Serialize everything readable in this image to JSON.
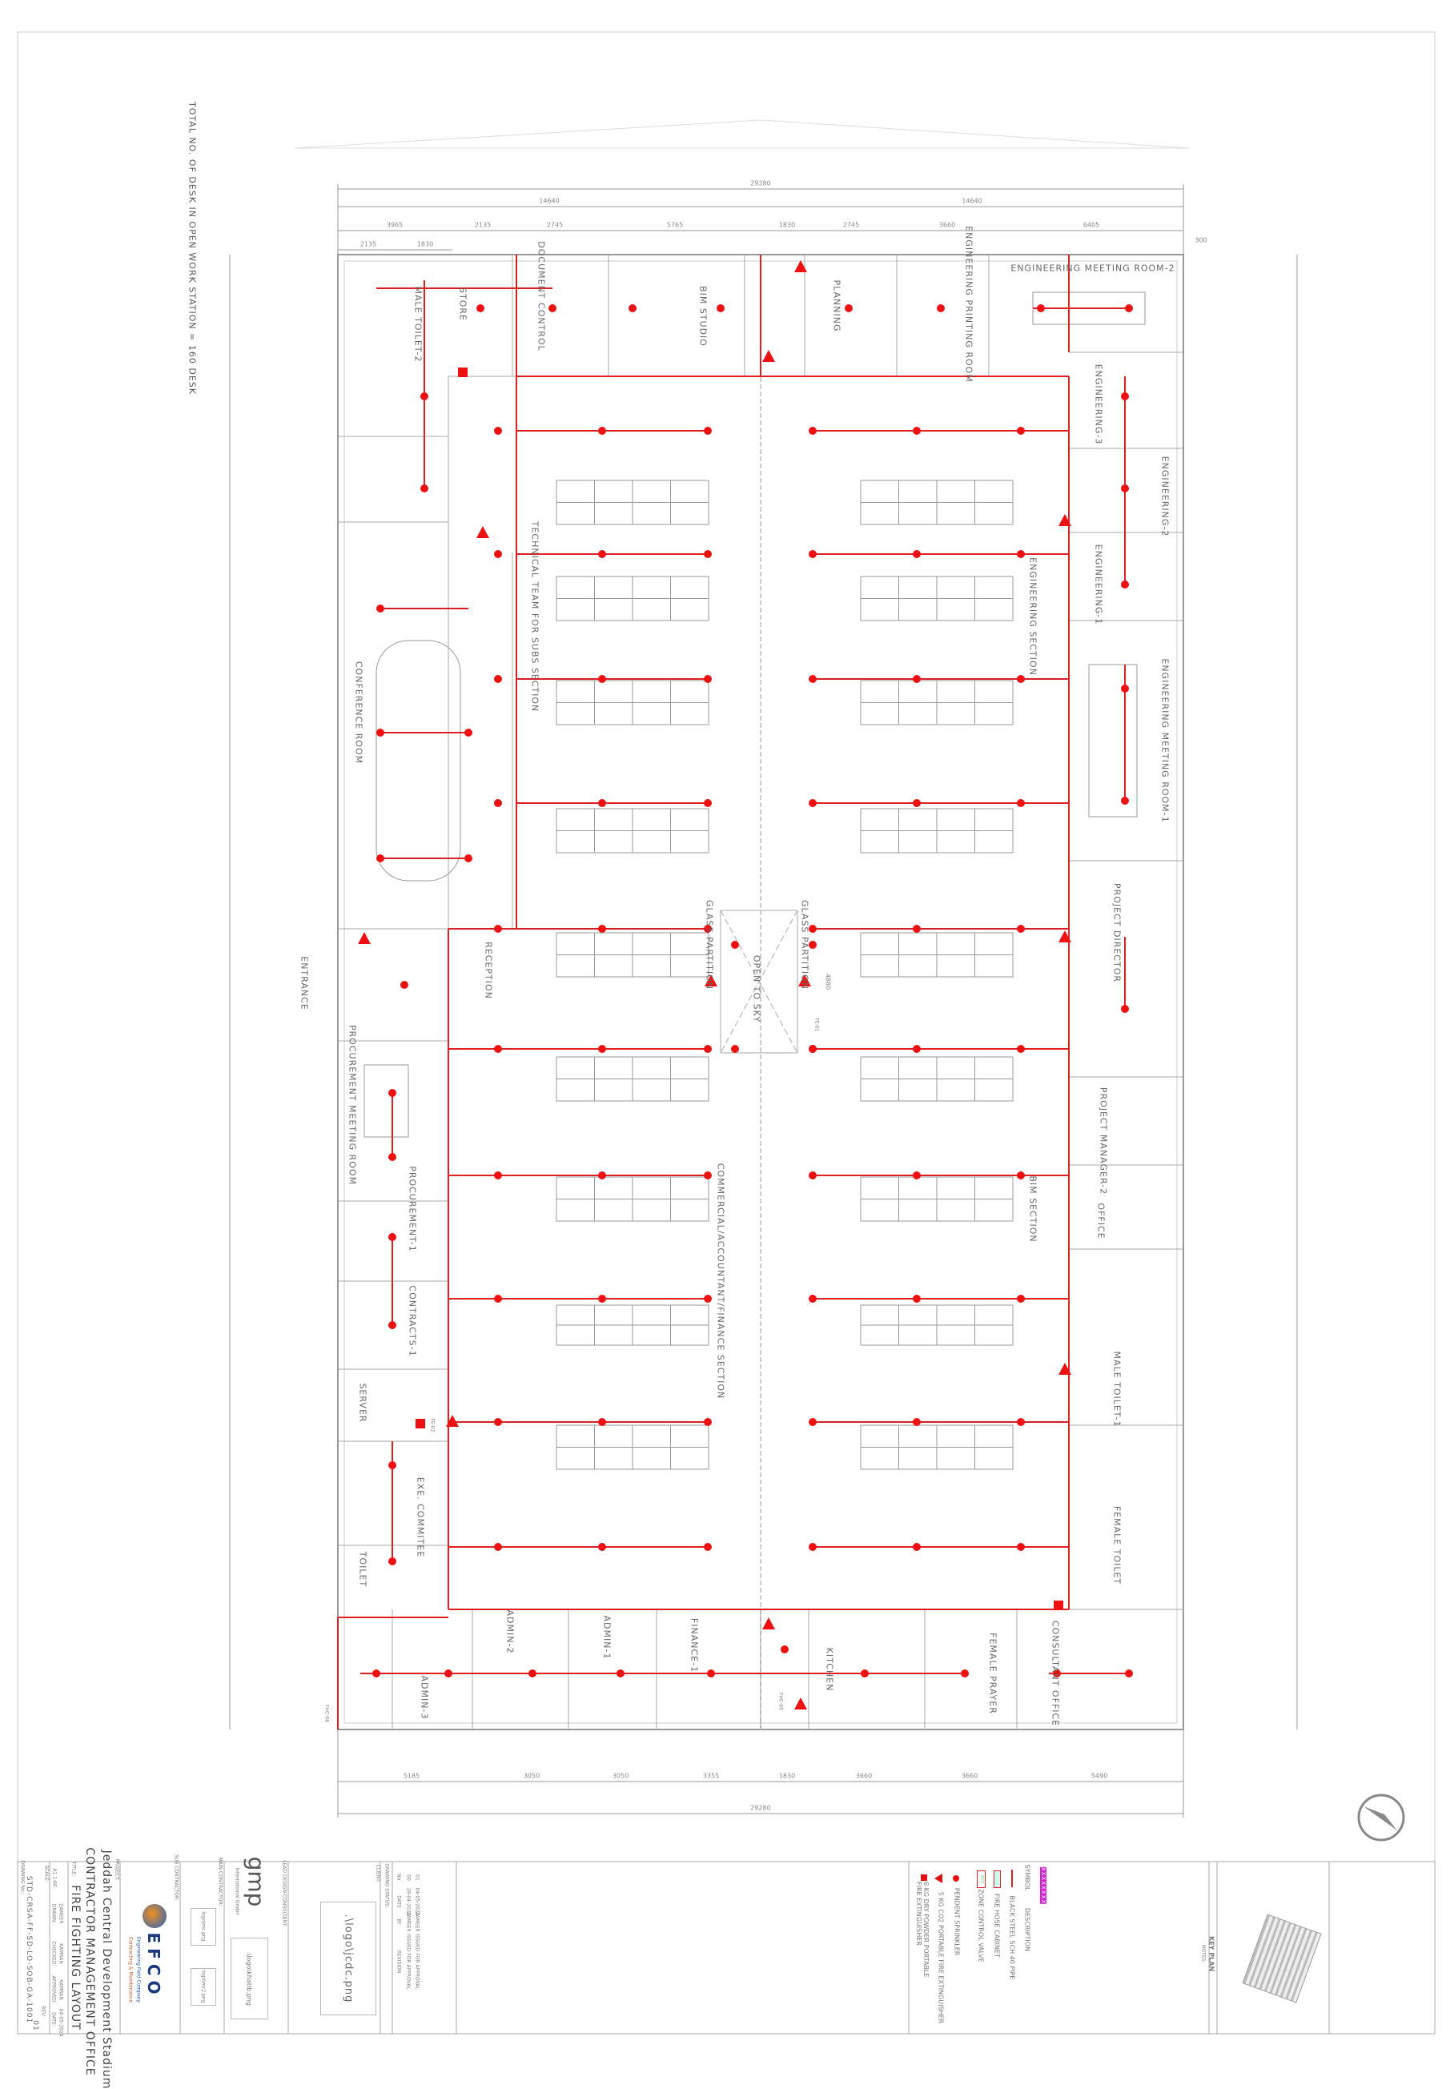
{
  "drawing": {
    "note": "TOTAL NO. OF DESK IN OPEN WORK STATION = 160 DESK",
    "dimensions_top": {
      "overall": "29280",
      "halves": [
        "14640",
        "14640"
      ],
      "segments": [
        "3965",
        "2135",
        "2745",
        "5765",
        "1830",
        "2745",
        "3660",
        "6405"
      ],
      "sub": [
        "2135",
        "1830"
      ],
      "offset": "300"
    },
    "dimensions_bottom": {
      "segments": [
        "5185",
        "3050",
        "3050",
        "3355",
        "1830",
        "3660",
        "3660",
        "5490"
      ],
      "overall": "29280"
    },
    "open_to_sky_dim": "4880",
    "rooms": {
      "male_toilet_2": "MALE TOILET-2",
      "store": "STORE",
      "document_control": "DOCUMENT CONTROL",
      "bim_studio": "BIM STUDIO",
      "planning": "PLANNING",
      "eng_printing": "ENGINEERING PRINTING ROOM",
      "eng_meeting_2": "ENGINEERING MEETING ROOM-2",
      "eng_3": "ENGINEERING-3",
      "eng_2": "ENGINEERING-2",
      "eng_1": "ENGINEERING-1",
      "eng_section": "ENGINEERING SECTION",
      "eng_meeting_1": "ENGINEERING MEETING ROOM-1",
      "project_director": "PROJECT DIRECTOR",
      "technical_team": "TECHNICAL TEAM FOR SUBS SECTION",
      "conference": "CONFERENCE ROOM",
      "entrance": "ENTRANCE",
      "reception": "RECEPTION",
      "glass_partition": "GLASS PARTITION",
      "open_to_sky": "OPEN TO SKY",
      "procurement_meeting": "PROCUREMENT MEETING ROOM",
      "procurement_1": "PROCUREMENT-1",
      "contracts_1": "CONTRACTS-1",
      "server": "SERVER",
      "exe_committee": "EXE. COMMITEE",
      "toilet": "TOILET",
      "project_manager_2": "PROJECT MANAGER-2",
      "office": "OFFICE",
      "bim_section": "BIM SECTION",
      "male_toilet_1": "MALE TOILET-1",
      "female_toilet": "FEMALE TOILET",
      "commercial": "COMMERCIAL/ACCOUNTANT/FINANCE SECTION",
      "admin_1": "ADMIN-1",
      "admin_2": "ADMIN-2",
      "admin_3": "ADMIN-3",
      "finance_1": "FINANCE-1",
      "kitchen": "KITCHEN",
      "female_prayer": "FEMALE PRAYER",
      "consultant_office": "CONSULTANT OFFICE"
    },
    "tags": {
      "fe01": "FE-01",
      "fe02": "FE-02",
      "fhc04": "FHC-04",
      "fhc05": "FHC-05"
    },
    "colors": {
      "pipe": "#e02020",
      "sprinkler": "#ee1111",
      "wall": "#999999",
      "furniture": "#9a9a9a"
    }
  },
  "legend": {
    "tag": "XXXXXXXX",
    "symbol_header": "SYMBOL",
    "description_header": "DESCRIPTION",
    "items": [
      {
        "icon": "pipe-line",
        "label": "BLACK STEEL SCH 40 PIPE"
      },
      {
        "icon": "fire-hose-cabinet",
        "label": "FIRE HOSE CABINET"
      },
      {
        "icon": "zone-control-valve",
        "label": "ZONE CONTROL VALVE",
        "symbol_text": "ZCV"
      },
      {
        "icon": "red-dot",
        "label": "PENDENT SPRINKLER"
      },
      {
        "icon": "red-triangle",
        "label": "5 KG CO2 PORTABLE FIRE EXTINGUISHER"
      },
      {
        "icon": "red-square",
        "label": "6 KG DRY POWDER PORTABLE FIRE EXTINGUISHER"
      }
    ]
  },
  "title_block": {
    "key_plan": "KEY PLAN",
    "notes": "NOTES:",
    "revisions": [
      {
        "no": "01",
        "date": "04-05-2024",
        "by": "ZAMEER",
        "desc": "ISSUED FOR APPROVAL"
      },
      {
        "no": "00",
        "date": "29-04-2024",
        "by": "ZAMEER",
        "desc": "ISSUED FOR APPROVAL"
      }
    ],
    "rev_headers": {
      "no": "No.",
      "date": "DATE",
      "by": "BY",
      "desc": "REVISION"
    },
    "drawing_status_label": "DRAWING STATUS:",
    "client_label": "CLIENT:",
    "client_logo": ".\\logo\\jcdc.png",
    "lead_consultant_label": "LEAD DESIGN CONSULTANT:",
    "gmp_logo": "gmp",
    "gmp_sub": "International GmbH",
    "khatib_logo": ".\\logo\\khatib.png",
    "main_contractor_label": "MAIN CONTRACTOR:",
    "mc_logo_1": "logo\\mc.png",
    "mc_logo_2": "logo\\mc2.png",
    "sub_contractor_label": "SUB CONTRACTOR:",
    "efco_logo": "EFCO",
    "efco_sub1": "Engineering Field Company",
    "efco_sub2": "Contracting & Maintenance",
    "project_label": "PROJECT:",
    "project": "Jeddah Central Development Stadium",
    "title_label": "TITLE:",
    "title_1": "CONTRACTOR MANAGEMENT OFFICE",
    "title_2": "FIRE FIGHTING LAYOUT",
    "scale_label": "SCALE:",
    "scale": "A1  1:60",
    "drawn_label": "DRAWN:",
    "drawn": "ZAMEER",
    "checked_label": "CHECKED:",
    "checked": "KAMRAN",
    "approved_label": "APPROVED:",
    "approved": "KAMRAN",
    "date_label": "DATE:",
    "date": "04-05-2024",
    "drawing_no_label": "DRAWING No.:",
    "drawing_no": "STD-CRSA-FF-SD-LO-SOB-GA-1001",
    "rev_label": "REV:",
    "rev": "01"
  }
}
